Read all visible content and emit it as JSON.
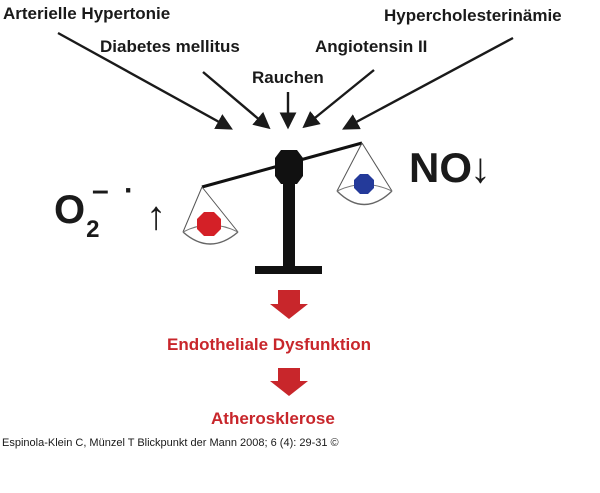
{
  "risk_factors": [
    "Arterielle Hypertonie",
    "Diabetes mellitus",
    "Rauchen",
    "Angiotensin II",
    "Hypercholesterinämie"
  ],
  "left_pan": {
    "symbol": "O",
    "subscript": "2",
    "superscript": "–",
    "radical_dot": "·",
    "arrow": "↑"
  },
  "right_pan": {
    "symbol": "NO",
    "arrow": "↓"
  },
  "outcomes": [
    "Endotheliale Dysfunktion",
    "Atherosklerose"
  ],
  "citation": "Espinola-Klein C, Münzel T Blickpunkt der Mann 2008; 6 (4): 29-31 ©",
  "colors": {
    "text": "#1a1a1a",
    "accent_red": "#c8262b",
    "left_ball": "#d42027",
    "right_ball": "#243a9a",
    "scale": "#111111"
  }
}
